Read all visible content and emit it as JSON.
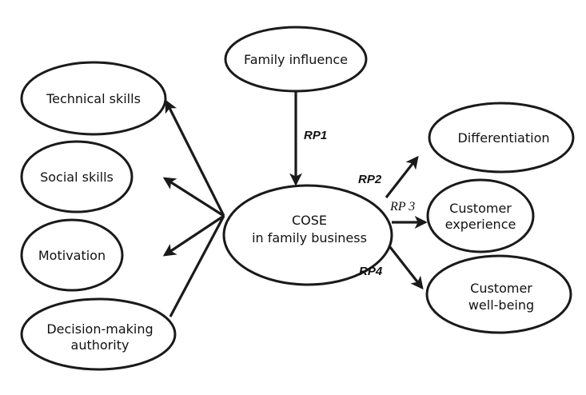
{
  "diagram": {
    "nodes": {
      "family_influence": "Family influence",
      "technical_skills": "Technical skills",
      "social_skills": "Social skills",
      "motivation": "Motivation",
      "decision_making": [
        "Decision-making",
        "authority"
      ],
      "cose": [
        "COSE",
        "in family business"
      ],
      "differentiation": "Differentiation",
      "customer_experience": [
        "Customer",
        "experience"
      ],
      "customer_wellbeing": [
        "Customer",
        "well-being"
      ]
    },
    "edge_labels": {
      "rp1": "RP1",
      "rp2": "RP2",
      "rp3": "RP 3",
      "rp4": "RP4"
    },
    "edges": [
      {
        "from": "family_influence",
        "to": "cose",
        "label": "RP1",
        "arrow": true
      },
      {
        "from": "cose",
        "to": "technical_skills",
        "arrow": true
      },
      {
        "from": "cose",
        "to": "social_skills",
        "arrow": true
      },
      {
        "from": "cose",
        "to": "motivation",
        "arrow": true
      },
      {
        "from": "cose",
        "to": "decision_making",
        "arrow": false
      },
      {
        "from": "cose",
        "to": "differentiation",
        "label": "RP2",
        "arrow": true
      },
      {
        "from": "cose",
        "to": "customer_experience",
        "label": "RP 3",
        "arrow": true
      },
      {
        "from": "cose",
        "to": "customer_wellbeing",
        "label": "RP4",
        "arrow": true
      }
    ],
    "colors": {
      "stroke": "#1a1a1a",
      "background": "#ffffff"
    }
  }
}
